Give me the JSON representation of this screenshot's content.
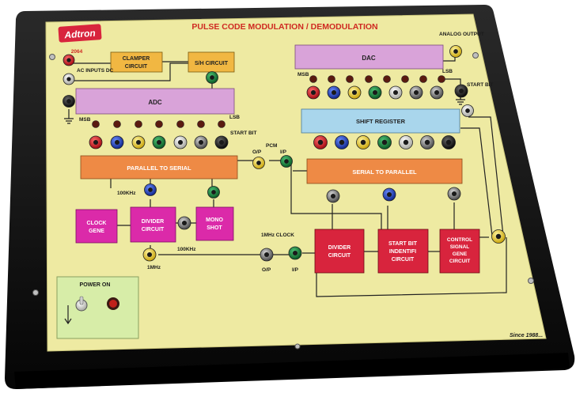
{
  "panel": {
    "brand": "Adtron",
    "title": "PULSE CODE MODULATION / DEMODULATION",
    "footer": "Since 1988..."
  },
  "input": {
    "code": "2064",
    "label": "AC INPUTS DC"
  },
  "blocks": {
    "clamper": [
      "CLAMPER",
      "CIRCUIT"
    ],
    "sh": "S/H CIRCUIT",
    "adc": "ADC",
    "dac": "DAC",
    "p2s": "PARALLEL TO SERIAL",
    "s2p": "SERIAL TO PARALLEL",
    "shift": "SHIFT REGISTER",
    "clock": [
      "CLOCK",
      "GENE"
    ],
    "divider_left": [
      "DIVIDER",
      "CIRCUIT"
    ],
    "mono": [
      "MONO",
      "SHOT"
    ],
    "divider_right": [
      "DIVIDER",
      "CIRCUIT"
    ],
    "startbit": [
      "START BIT",
      "INDENTIFI",
      "CIRCUIT"
    ],
    "control": [
      "CONTROL",
      "SIGNAL",
      "GENE",
      "CIRCUIT"
    ]
  },
  "labels": {
    "msb": "MSB",
    "lsb": "LSB",
    "start_bit": "START BIT",
    "pcm": "PCM",
    "op": "O/P",
    "ip": "I/P",
    "f100k": "100KHz",
    "f1m": "1MHz",
    "clock1m": "1MHz CLOCK",
    "analog_output": "ANALOG OUTPUT",
    "power_on": "POWER ON"
  },
  "colors": {
    "case": "#131313",
    "panel": "#eeeaa2",
    "adc": "#d9a3d9",
    "block_orange": "#ee8a45",
    "clamper": "#f1b742",
    "shift": "#a9d6ec",
    "magenta": "#db2aa9",
    "crimson": "#d8243d",
    "power_box": "#d7eda8",
    "title": "#cf2a22"
  }
}
